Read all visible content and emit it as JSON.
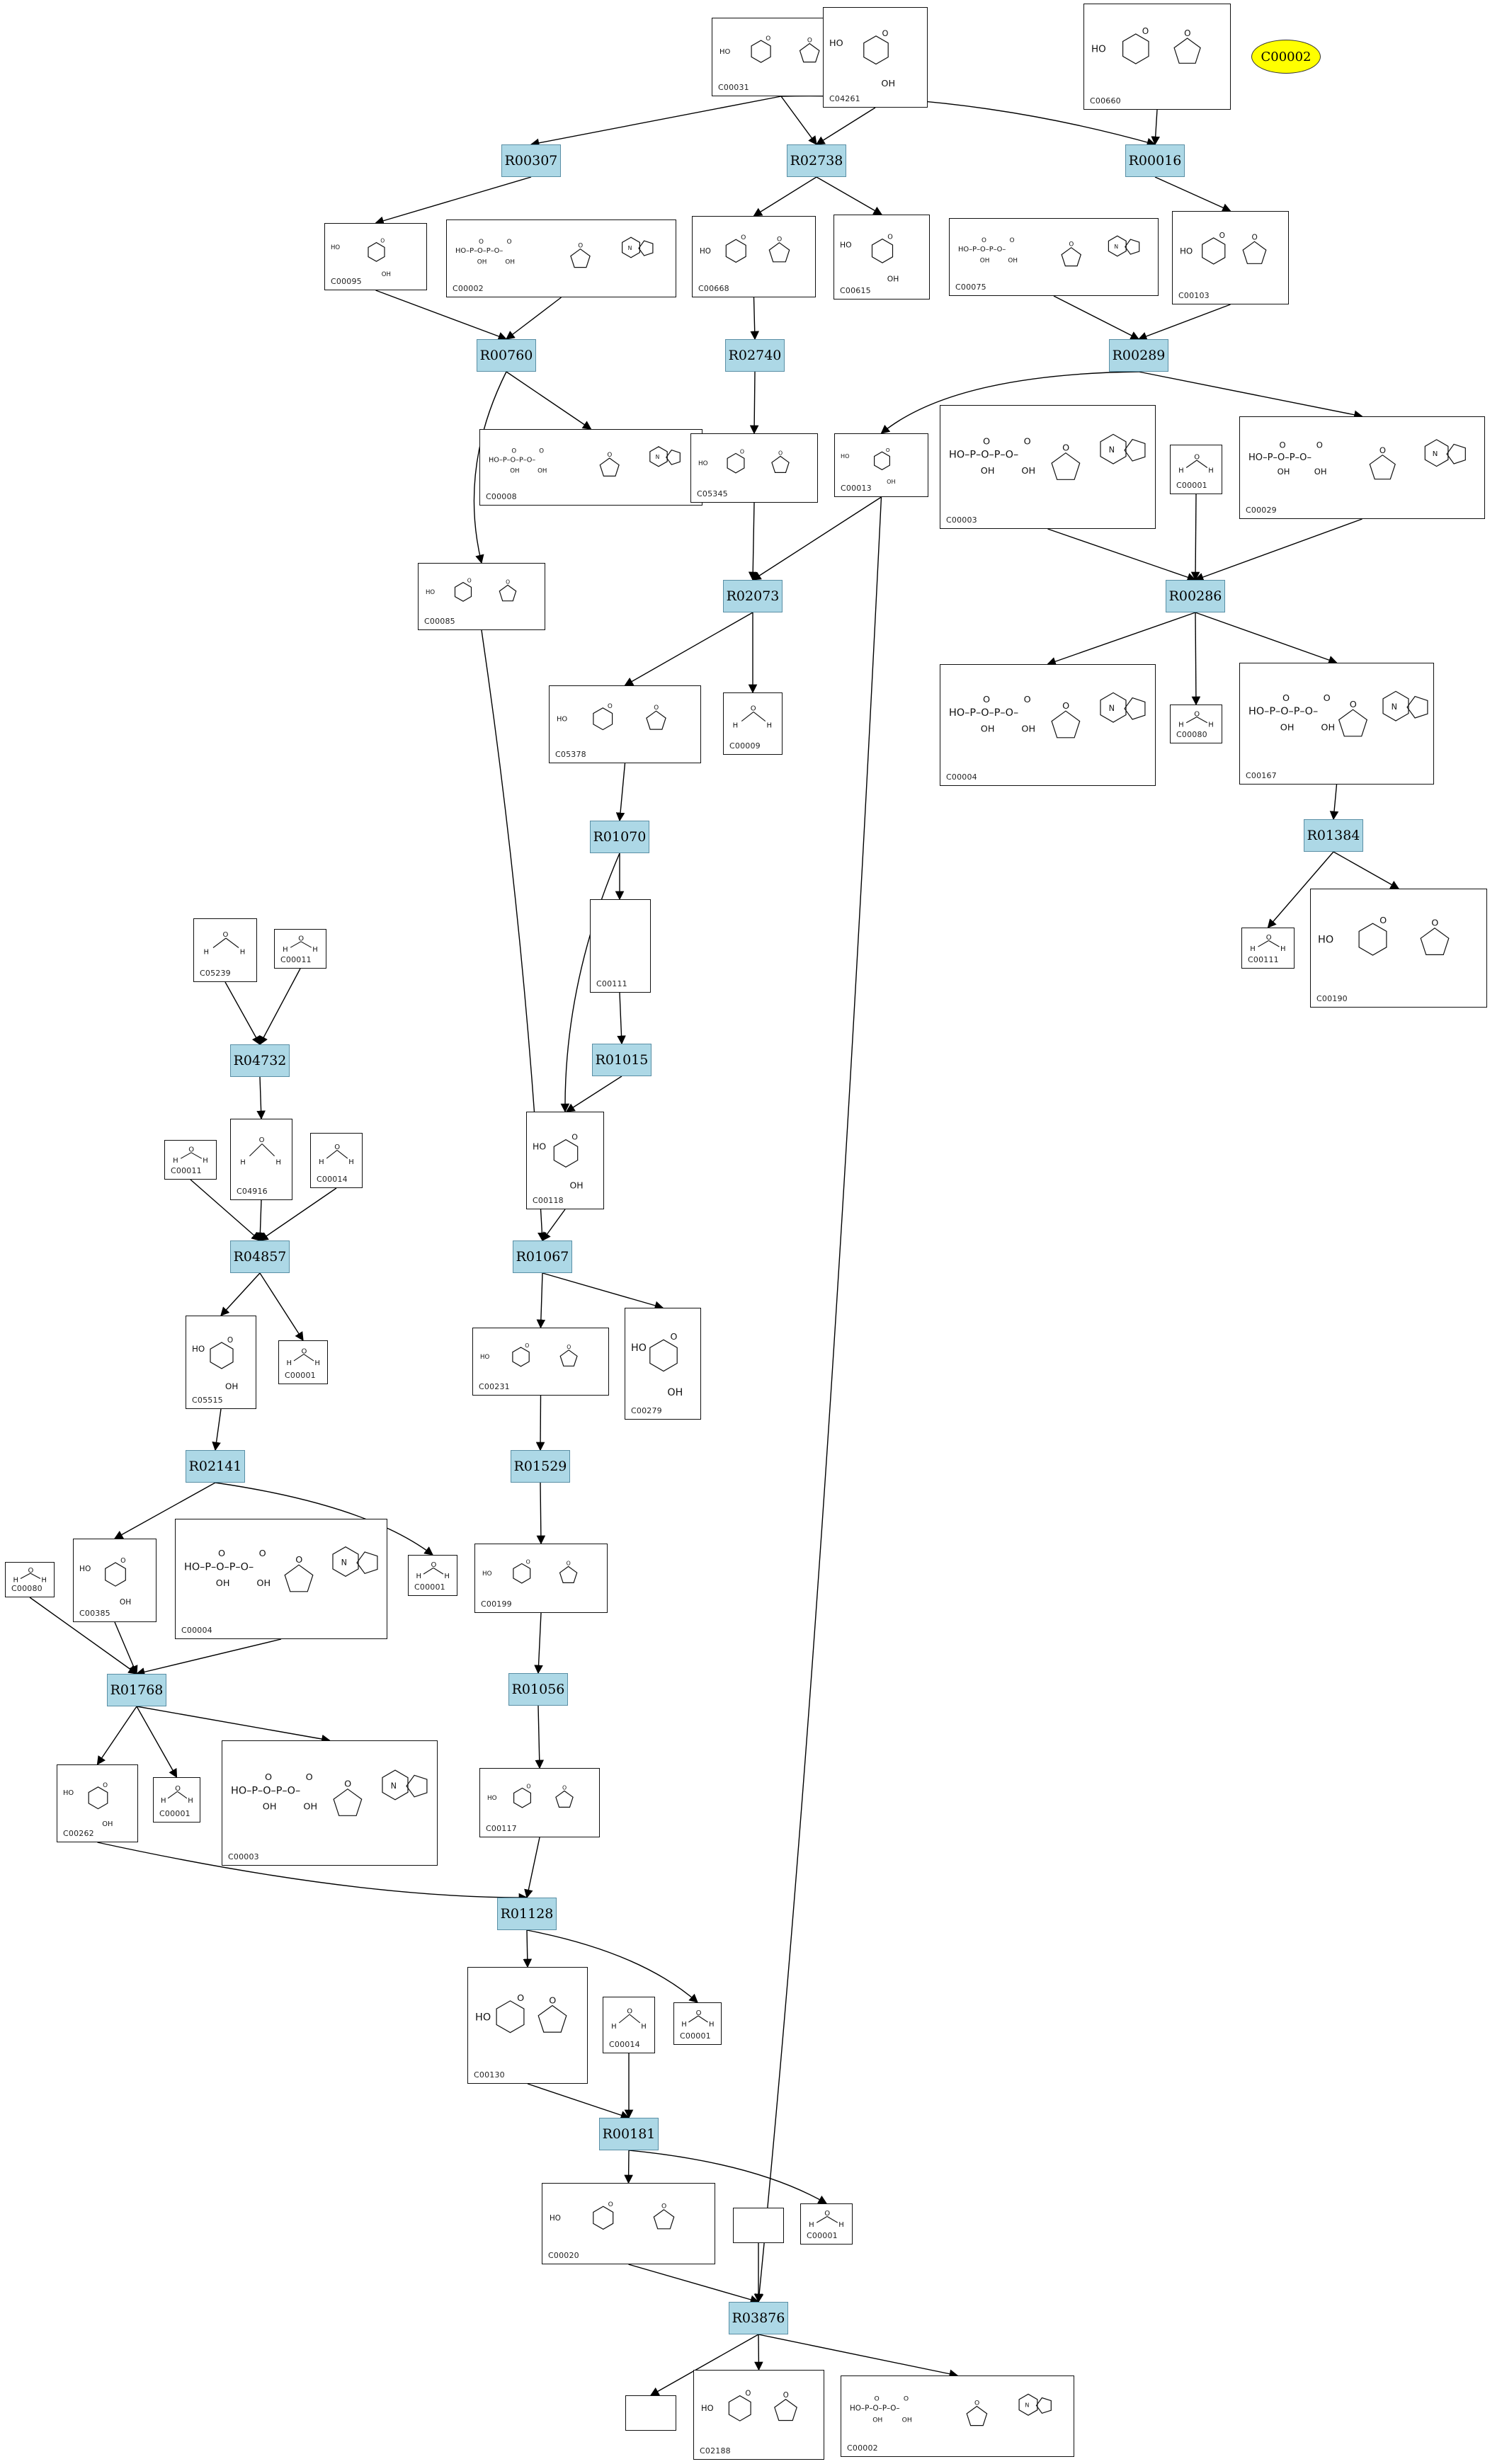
{
  "reactions": [
    "R00307",
    "R02738",
    "R00016",
    "R00760",
    "R02740",
    "R00289",
    "R02073",
    "R00286",
    "R01070",
    "R01384",
    "R04732",
    "R01015",
    "R04857",
    "R01067",
    "R02141",
    "R01529",
    "R01768",
    "R01056",
    "R01128",
    "R00181",
    "R03876"
  ],
  "compounds": [
    "C00031",
    "C04261",
    "C00660",
    "C00095",
    "C00002",
    "C00668",
    "C00615",
    "C00075",
    "C00103",
    "C00008",
    "C05345",
    "C00013",
    "C00003",
    "C00001",
    "C00029",
    "C00085",
    "C05378",
    "C00009",
    "C00004",
    "C00080",
    "C00167",
    "C00111",
    "C05239",
    "C00011",
    "C00190",
    "C00118",
    "C04916",
    "C00014",
    "C05515",
    "C00231",
    "C00279",
    "C00385",
    "C00199",
    "C00262",
    "C00117",
    "C00130",
    "C00020",
    "C02188"
  ],
  "selected": "C00002"
}
